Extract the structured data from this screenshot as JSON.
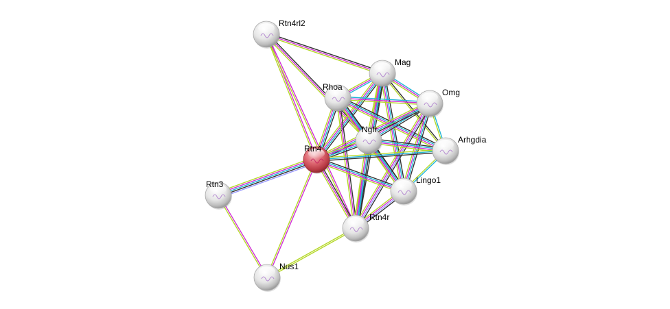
{
  "title": "Protein interaction network",
  "query_protein": "Rtn4",
  "colors": {
    "node_default": "#e8e8e8",
    "node_query": "#d9555f",
    "edge_black": "#333333",
    "edge_magenta": "#d12fd6",
    "edge_lime": "#b5d82a",
    "edge_cyan": "#21b5d6",
    "edge_lavender": "#9a9aff",
    "edge_blue": "#4a4ad8"
  },
  "nodes": [
    {
      "id": "Rtn4rl2",
      "label": "Rtn4rl2",
      "query": false
    },
    {
      "id": "Mag",
      "label": "Mag",
      "query": false
    },
    {
      "id": "Rhoa",
      "label": "Rhoa",
      "query": false
    },
    {
      "id": "Omg",
      "label": "Omg",
      "query": false
    },
    {
      "id": "Ngfr",
      "label": "Ngfr",
      "query": false
    },
    {
      "id": "Arhgdia",
      "label": "Arhgdia",
      "query": false
    },
    {
      "id": "Rtn4",
      "label": "Rtn4",
      "query": true
    },
    {
      "id": "Lingo1",
      "label": "Lingo1",
      "query": false
    },
    {
      "id": "Rtn3",
      "label": "Rtn3",
      "query": false
    },
    {
      "id": "Rtn4r",
      "label": "Rtn4r",
      "query": false
    },
    {
      "id": "Nus1",
      "label": "Nus1",
      "query": false
    }
  ],
  "edges": [
    {
      "from": "Rtn4rl2",
      "to": "Mag",
      "types": [
        "black",
        "magenta",
        "lime"
      ]
    },
    {
      "from": "Rtn4rl2",
      "to": "Ngfr",
      "types": [
        "black",
        "magenta",
        "lime"
      ]
    },
    {
      "from": "Rtn4rl2",
      "to": "Rtn4",
      "types": [
        "magenta",
        "lime"
      ]
    },
    {
      "from": "Rtn4rl2",
      "to": "Rtn4r",
      "types": [
        "magenta",
        "lime"
      ]
    },
    {
      "from": "Mag",
      "to": "Rhoa",
      "types": [
        "cyan",
        "magenta",
        "lime"
      ]
    },
    {
      "from": "Mag",
      "to": "Omg",
      "types": [
        "cyan",
        "magenta",
        "lime"
      ]
    },
    {
      "from": "Mag",
      "to": "Ngfr",
      "types": [
        "black",
        "cyan",
        "magenta",
        "lime"
      ]
    },
    {
      "from": "Mag",
      "to": "Rtn4",
      "types": [
        "black",
        "cyan",
        "magenta",
        "lime"
      ]
    },
    {
      "from": "Mag",
      "to": "Lingo1",
      "types": [
        "black",
        "cyan",
        "magenta",
        "lime"
      ]
    },
    {
      "from": "Mag",
      "to": "Rtn4r",
      "types": [
        "black",
        "cyan",
        "magenta",
        "lime"
      ]
    },
    {
      "from": "Mag",
      "to": "Arhgdia",
      "types": [
        "black",
        "lime"
      ]
    },
    {
      "from": "Rhoa",
      "to": "Omg",
      "types": [
        "cyan",
        "magenta",
        "lime"
      ]
    },
    {
      "from": "Rhoa",
      "to": "Ngfr",
      "types": [
        "black",
        "cyan",
        "magenta",
        "lime"
      ]
    },
    {
      "from": "Rhoa",
      "to": "Rtn4",
      "types": [
        "black",
        "cyan",
        "magenta",
        "lime"
      ]
    },
    {
      "from": "Rhoa",
      "to": "Arhgdia",
      "types": [
        "black",
        "cyan",
        "magenta",
        "lime"
      ]
    },
    {
      "from": "Rhoa",
      "to": "Lingo1",
      "types": [
        "black",
        "cyan",
        "magenta",
        "lime"
      ]
    },
    {
      "from": "Rhoa",
      "to": "Rtn4r",
      "types": [
        "black",
        "magenta",
        "lime"
      ]
    },
    {
      "from": "Omg",
      "to": "Ngfr",
      "types": [
        "black",
        "cyan",
        "magenta",
        "lime"
      ]
    },
    {
      "from": "Omg",
      "to": "Rtn4",
      "types": [
        "black",
        "cyan",
        "magenta",
        "lime"
      ]
    },
    {
      "from": "Omg",
      "to": "Lingo1",
      "types": [
        "black",
        "cyan",
        "magenta",
        "lime"
      ]
    },
    {
      "from": "Omg",
      "to": "Rtn4r",
      "types": [
        "black",
        "lavender",
        "magenta",
        "lime"
      ]
    },
    {
      "from": "Omg",
      "to": "Arhgdia",
      "types": [
        "cyan",
        "lime"
      ]
    },
    {
      "from": "Ngfr",
      "to": "Rtn4",
      "types": [
        "black",
        "cyan",
        "magenta",
        "lime"
      ]
    },
    {
      "from": "Ngfr",
      "to": "Arhgdia",
      "types": [
        "black",
        "cyan",
        "magenta",
        "lime"
      ]
    },
    {
      "from": "Ngfr",
      "to": "Lingo1",
      "types": [
        "black",
        "cyan",
        "magenta",
        "lime"
      ]
    },
    {
      "from": "Ngfr",
      "to": "Rtn4r",
      "types": [
        "black",
        "cyan",
        "magenta",
        "lime"
      ]
    },
    {
      "from": "Arhgdia",
      "to": "Rtn4",
      "types": [
        "black",
        "cyan",
        "lime"
      ]
    },
    {
      "from": "Arhgdia",
      "to": "Lingo1",
      "types": [
        "cyan",
        "lime"
      ]
    },
    {
      "from": "Rtn4",
      "to": "Lingo1",
      "types": [
        "black",
        "cyan",
        "magenta",
        "lime"
      ]
    },
    {
      "from": "Rtn4",
      "to": "Rtn4r",
      "types": [
        "black",
        "magenta",
        "lime"
      ]
    },
    {
      "from": "Rtn4",
      "to": "Rtn3",
      "types": [
        "lavender",
        "black",
        "cyan",
        "magenta",
        "lime"
      ]
    },
    {
      "from": "Rtn4",
      "to": "Nus1",
      "types": [
        "magenta",
        "lime"
      ]
    },
    {
      "from": "Lingo1",
      "to": "Rtn4r",
      "types": [
        "black",
        "lavender",
        "magenta",
        "lime"
      ]
    },
    {
      "from": "Rtn3",
      "to": "Nus1",
      "types": [
        "magenta",
        "lime"
      ]
    },
    {
      "from": "Rtn4r",
      "to": "Nus1",
      "types": [
        "lime",
        "lime"
      ]
    }
  ]
}
